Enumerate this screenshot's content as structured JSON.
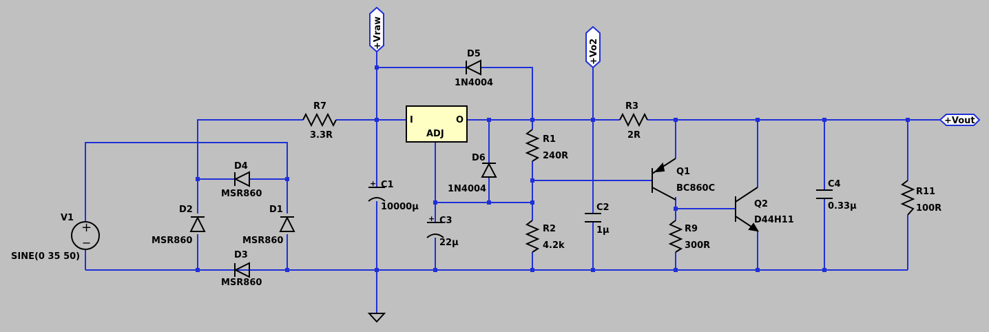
{
  "components": {
    "R7": {
      "ref": "R7",
      "value": "3.3R"
    },
    "R1": {
      "ref": "R1",
      "value": "240R"
    },
    "R2": {
      "ref": "R2",
      "value": "4.2k"
    },
    "R3": {
      "ref": "R3",
      "value": "2R"
    },
    "R9": {
      "ref": "R9",
      "value": "300R"
    },
    "R11": {
      "ref": "R11",
      "value": "100R"
    },
    "C1": {
      "ref": "C1",
      "value": "10000µ"
    },
    "C2": {
      "ref": "C2",
      "value": "1µ"
    },
    "C3": {
      "ref": "C3",
      "value": "22µ"
    },
    "C4": {
      "ref": "C4",
      "value": "0.33µ"
    },
    "D1": {
      "ref": "D1",
      "value": "MSR860"
    },
    "D2": {
      "ref": "D2",
      "value": "MSR860"
    },
    "D3": {
      "ref": "D3",
      "value": "MSR860"
    },
    "D4": {
      "ref": "D4",
      "value": "MSR860"
    },
    "D5": {
      "ref": "D5",
      "value": "1N4004"
    },
    "D6": {
      "ref": "D6",
      "value": "1N4004"
    },
    "Q1": {
      "ref": "Q1",
      "value": "BC860C"
    },
    "Q2": {
      "ref": "Q2",
      "value": "D44H11"
    },
    "V1": {
      "ref": "V1",
      "value": "SINE(0 35 50)"
    },
    "U1": {
      "pin_in": "I",
      "pin_out": "O",
      "pin_adj": "ADJ"
    }
  },
  "labels": {
    "vraw": "+Vraw",
    "vo2": "+Vo2",
    "vout": "+Vout"
  },
  "source_symbols": {
    "plus": "+",
    "minus": "−"
  },
  "cap_plus": "+"
}
